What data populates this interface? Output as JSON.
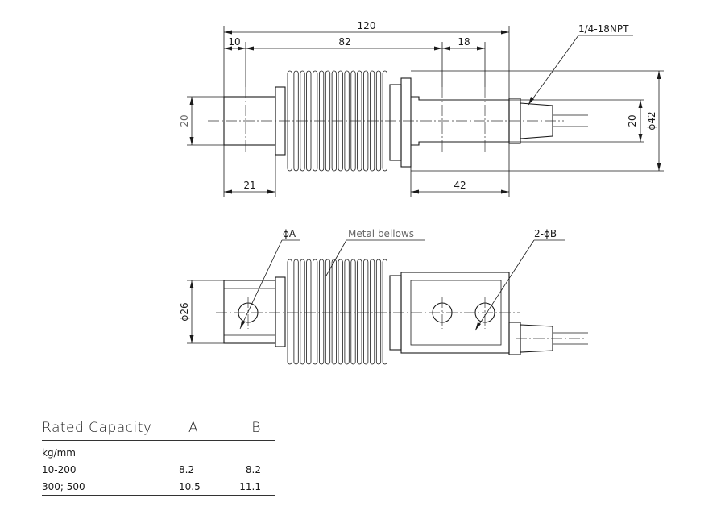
{
  "top_view": {
    "dims": {
      "overall_length": "120",
      "left_end": "10",
      "body": "82",
      "right_end": "18",
      "left_height": "20",
      "neck": "21",
      "right_length": "42",
      "right_height": "20",
      "outer_diameter": "ϕ42"
    },
    "thread_label": "1/4-18NPT"
  },
  "bottom_view": {
    "hole_a_label": "ϕA",
    "bellows_label": "Metal bellows",
    "holes_b_label": "2-ϕB",
    "diameter": "ϕ26"
  },
  "spec_table": {
    "headers": [
      "Rated Capacity",
      "A",
      "B"
    ],
    "unit": "kg/mm",
    "rows": [
      {
        "capacity": "10-200",
        "a": "8.2",
        "b": "8.2"
      },
      {
        "capacity": "300; 500",
        "a": "10.5",
        "b": "11.1"
      }
    ]
  }
}
